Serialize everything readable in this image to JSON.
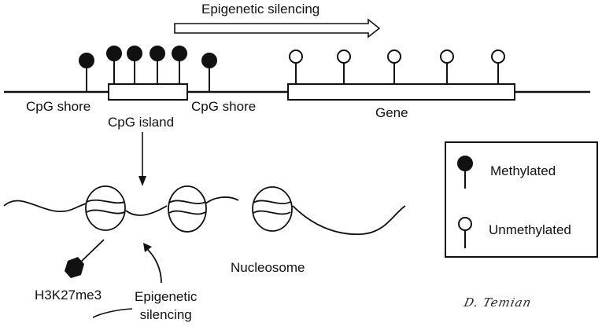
{
  "arrow_label": "Epigenetic silencing",
  "labels": {
    "cpg_shore_left": "CpG shore",
    "cpg_island": "CpG island",
    "cpg_shore_right": "CpG shore",
    "gene": "Gene",
    "nucleosome": "Nucleosome",
    "h3k27me3": "H3K27me3",
    "epigenetic_silencing_bottom": "Epigenetic\nsilencing"
  },
  "legend": {
    "methylated": "Methylated",
    "unmethylated": "Unmethylated"
  },
  "signature": "D. Temian",
  "colors": {
    "ink": "#111111",
    "background": "#ffffff"
  }
}
